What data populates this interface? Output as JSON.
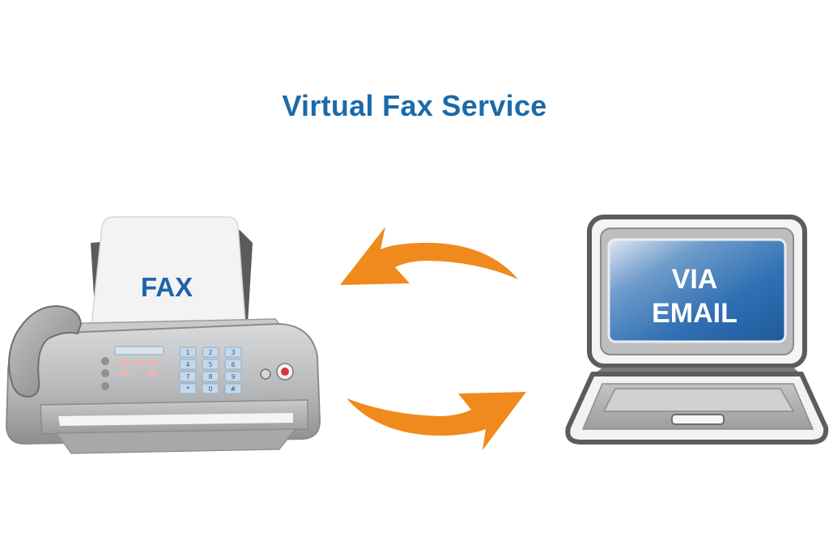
{
  "title": "Virtual Fax Service",
  "fax": {
    "paper_label": "FAX",
    "keypad": [
      "1",
      "2",
      "3",
      "4",
      "5",
      "6",
      "7",
      "8",
      "9",
      "*",
      "0",
      "#"
    ]
  },
  "laptop": {
    "screen_line1": "VIA",
    "screen_line2": "EMAIL"
  },
  "colors": {
    "title": "#1c6aa8",
    "arrow": "#f08a1c",
    "screen": "#2f6fb3",
    "body": "#b9babc"
  },
  "icons": [
    "fax-machine-icon",
    "laptop-icon",
    "arrow-left-icon",
    "arrow-right-icon"
  ]
}
